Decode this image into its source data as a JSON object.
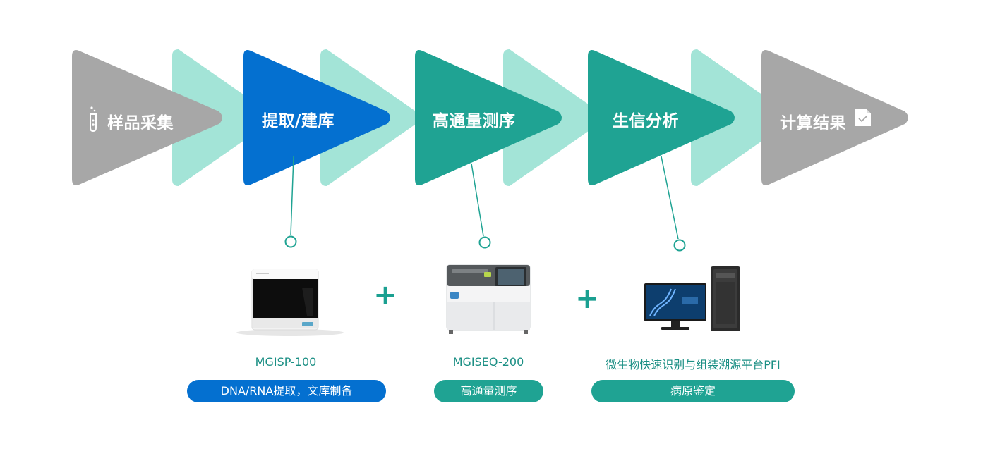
{
  "colors": {
    "gray": "#a7a7a7",
    "mint": "#a3e4d7",
    "blue": "#0470d0",
    "teal": "#1fa393",
    "green_text": "#1b8f84"
  },
  "process": {
    "steps": [
      {
        "label": "样品采集",
        "icon": "test-tube-icon"
      },
      {
        "label": "提取/建库"
      },
      {
        "label": "高通量测序"
      },
      {
        "label": "生信分析"
      },
      {
        "label": "计算结果",
        "icon": "checked-document-icon"
      }
    ]
  },
  "products": [
    {
      "name": "MGISP-100",
      "tag": "DNA/RNA提取，文库制备",
      "device": "sample-prep-instrument"
    },
    {
      "name": "MGISEQ-200",
      "tag": "高通量测序",
      "device": "sequencer-instrument"
    },
    {
      "name": "微生物快速识别与组装溯源平台PFI",
      "tag": "病原鉴定",
      "device": "workstation-computer"
    }
  ],
  "connectors": {
    "symbol": "+"
  }
}
